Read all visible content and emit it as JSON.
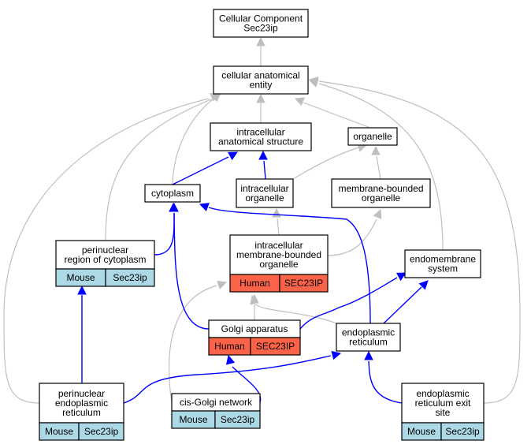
{
  "colors": {
    "mouse_tag": "#add8e6",
    "human_tag": "#fa6347",
    "is_a_edge": "#bfbfbf",
    "part_of_edge": "#0000ff"
  },
  "nodes": {
    "root": [
      "Cellular Component",
      "Sec23ip"
    ],
    "cae": [
      "cellular anatomical",
      "entity"
    ],
    "ias": [
      "intracellular",
      "anatomical structure"
    ],
    "organelle": [
      "organelle"
    ],
    "cytoplasm": [
      "cytoplasm"
    ],
    "io": [
      "intracellular",
      "organelle"
    ],
    "mbo": [
      "membrane-bounded",
      "organelle"
    ],
    "prc": [
      "perinuclear",
      "region of cytoplasm"
    ],
    "imbo": [
      "intracellular",
      "membrane-bounded",
      "organelle"
    ],
    "ems": [
      "endomembrane",
      "system"
    ],
    "golgi": [
      "Golgi apparatus"
    ],
    "er": [
      "endoplasmic",
      "reticulum"
    ],
    "per": [
      "perinuclear",
      "endoplasmic",
      "reticulum"
    ],
    "cisgolgi": [
      "cis-Golgi network"
    ],
    "eres": [
      "endoplasmic",
      "reticulum exit",
      "site"
    ]
  },
  "tags": {
    "prc": [
      "Mouse",
      "Sec23ip"
    ],
    "imbo": [
      "Human",
      "SEC23IP"
    ],
    "golgi": [
      "Human",
      "SEC23IP"
    ],
    "per": [
      "Mouse",
      "Sec23ip"
    ],
    "cisgolgi": [
      "Mouse",
      "Sec23ip"
    ],
    "eres": [
      "Mouse",
      "Sec23ip"
    ]
  }
}
